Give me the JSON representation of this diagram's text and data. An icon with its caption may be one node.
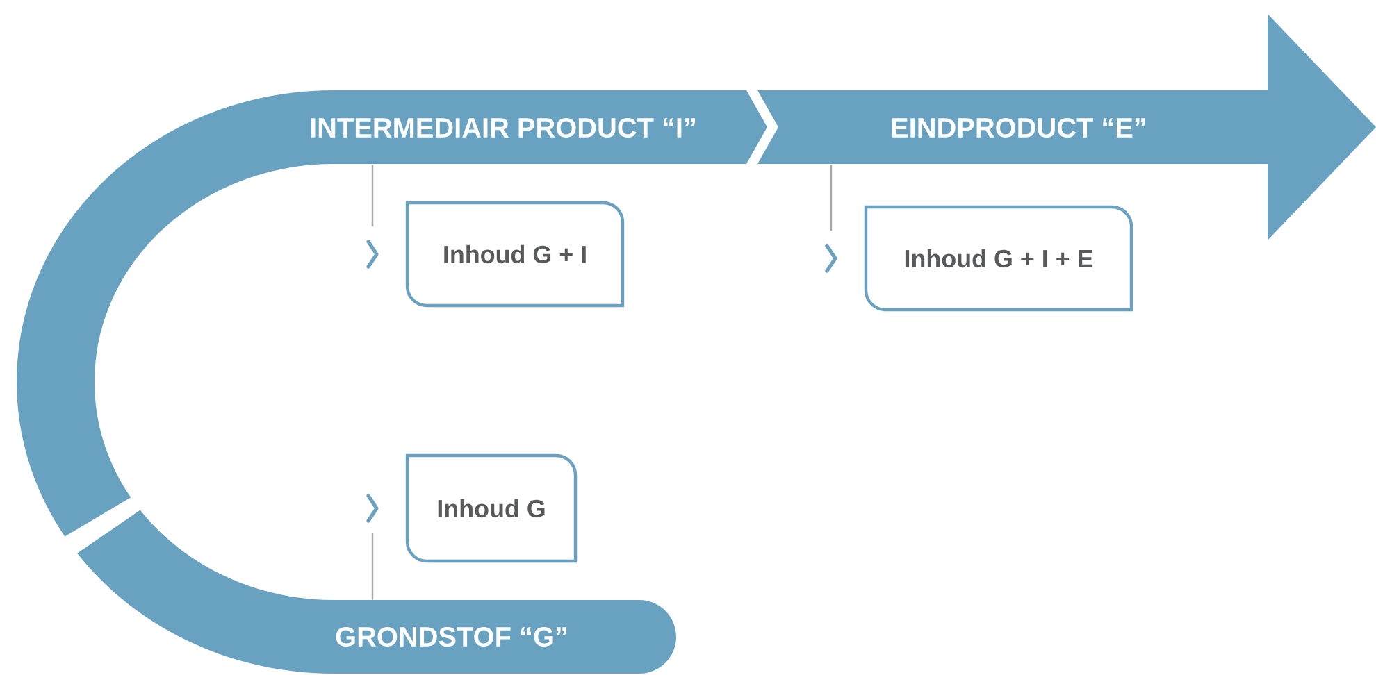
{
  "diagram": {
    "nodes": [
      {
        "text": [
          "INTERMEDIAIR PRODUCT “I”"
        ]
      },
      {
        "text": [
          "EINDPRODUCT “E”"
        ]
      },
      {
        "text": [
          "Inhoud G + I"
        ]
      },
      {
        "text": [
          "Inhoud G + I + E"
        ]
      },
      {
        "text": [
          "Inhoud G"
        ]
      },
      {
        "text": [
          "GRONDSTOF “G”"
        ]
      }
    ],
    "edges": [
      {
        "from": 5,
        "to": 4,
        "arrow": "none"
      },
      {
        "from": 0,
        "to": 2,
        "arrow": "none"
      },
      {
        "from": 1,
        "to": 3,
        "arrow": "none"
      }
    ]
  }
}
